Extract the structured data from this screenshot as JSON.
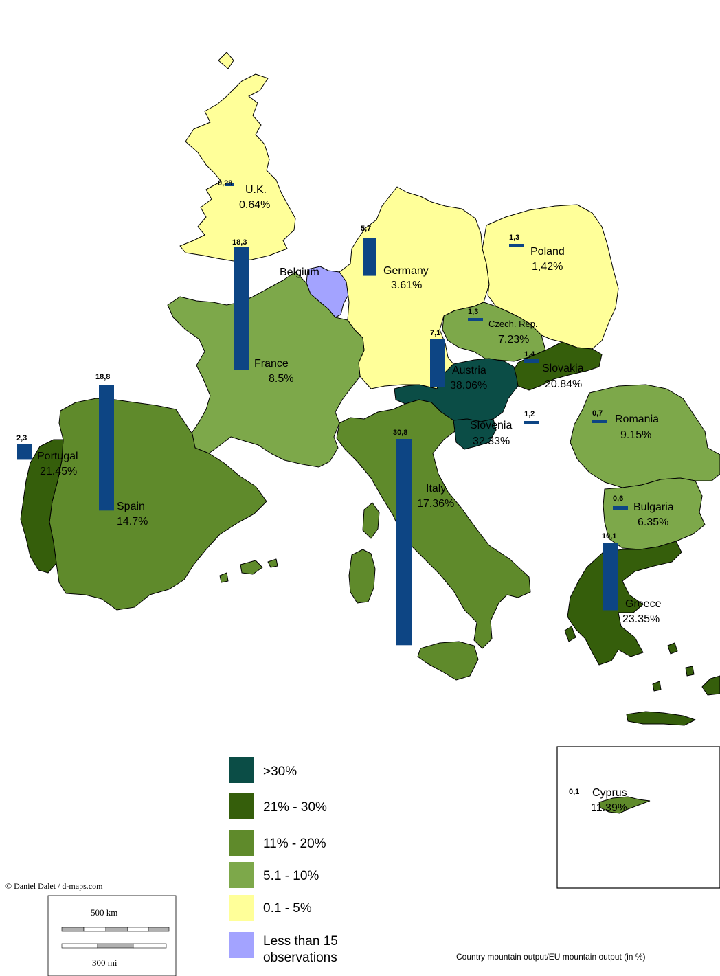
{
  "colors": {
    "gt30": "#0b4d46",
    "c21_30": "#355e0b",
    "c11_20": "#5f8a2b",
    "c5_10": "#7da84a",
    "c0_5": "#ffff99",
    "lt15": "#a3a3ff",
    "bar": "#0d4584",
    "outline": "#000000"
  },
  "countries": [
    {
      "id": "uk",
      "name": "U.K.",
      "value": "0.64%",
      "bar_label": "0,28",
      "bar_value": 0.28,
      "class": "c0_5"
    },
    {
      "id": "germany",
      "name": "Germany",
      "value": "3.61%",
      "bar_label": "5,7",
      "bar_value": 5.7,
      "class": "c0_5"
    },
    {
      "id": "poland",
      "name": "Poland",
      "value": "1,42%",
      "bar_label": "1,3",
      "bar_value": 1.3,
      "class": "c0_5"
    },
    {
      "id": "belgium",
      "name": "Belgium",
      "value": "",
      "bar_label": "",
      "bar_value": 0,
      "class": "lt15"
    },
    {
      "id": "czech",
      "name": "Czech. Rep.",
      "value": "7.23%",
      "bar_label": "1,3",
      "bar_value": 1.3,
      "class": "c5_10"
    },
    {
      "id": "france",
      "name": "France",
      "value": "8.5%",
      "bar_label": "18,3",
      "bar_value": 18.3,
      "class": "c5_10"
    },
    {
      "id": "austria",
      "name": "Austria",
      "value": "38.06%",
      "bar_label": "7,1",
      "bar_value": 7.1,
      "class": "gt30"
    },
    {
      "id": "slovakia",
      "name": "Slovakia",
      "value": "20.84%",
      "bar_label": "1,4",
      "bar_value": 1.4,
      "class": "c21_30"
    },
    {
      "id": "spain",
      "name": "Spain",
      "value": "14.7%",
      "bar_label": "18,8",
      "bar_value": 18.8,
      "class": "c11_20"
    },
    {
      "id": "portugal",
      "name": "Portugal",
      "value": "21.45%",
      "bar_label": "2,3",
      "bar_value": 2.3,
      "class": "c21_30"
    },
    {
      "id": "slovenia",
      "name": "Slovenia",
      "value": "32.33%",
      "bar_label": "1,2",
      "bar_value": 1.2,
      "class": "gt30"
    },
    {
      "id": "italy",
      "name": "Italy",
      "value": "17.36%",
      "bar_label": "30,8",
      "bar_value": 30.8,
      "class": "c11_20"
    },
    {
      "id": "romania",
      "name": "Romania",
      "value": "9.15%",
      "bar_label": "0,7",
      "bar_value": 0.7,
      "class": "c5_10"
    },
    {
      "id": "bulgaria",
      "name": "Bulgaria",
      "value": "6.35%",
      "bar_label": "0,6",
      "bar_value": 0.6,
      "class": "c5_10"
    },
    {
      "id": "greece",
      "name": "Greece",
      "value": "23.35%",
      "bar_label": "10,1",
      "bar_value": 10.1,
      "class": "c21_30"
    },
    {
      "id": "cyprus",
      "name": "Cyprus",
      "value": "11.39%",
      "bar_label": "0,1",
      "bar_value": 0.1,
      "class": "c11_20"
    }
  ],
  "legend": [
    {
      "label": ">30%",
      "class": "gt30"
    },
    {
      "label": "21% - 30%",
      "class": "c21_30"
    },
    {
      "label": "11% - 20%",
      "class": "c11_20"
    },
    {
      "label": "5.1 - 10%",
      "class": "c5_10"
    },
    {
      "label": "0.1 - 5%",
      "class": "c0_5"
    },
    {
      "label_line1": "Less than 15",
      "label_line2": "observations",
      "class": "lt15"
    }
  ],
  "bar_legend": "Country mountain output/EU mountain output (in %)",
  "credit": "© Daniel Dalet / d-maps.com",
  "scale": {
    "km": "500 km",
    "mi": "300 mi"
  }
}
